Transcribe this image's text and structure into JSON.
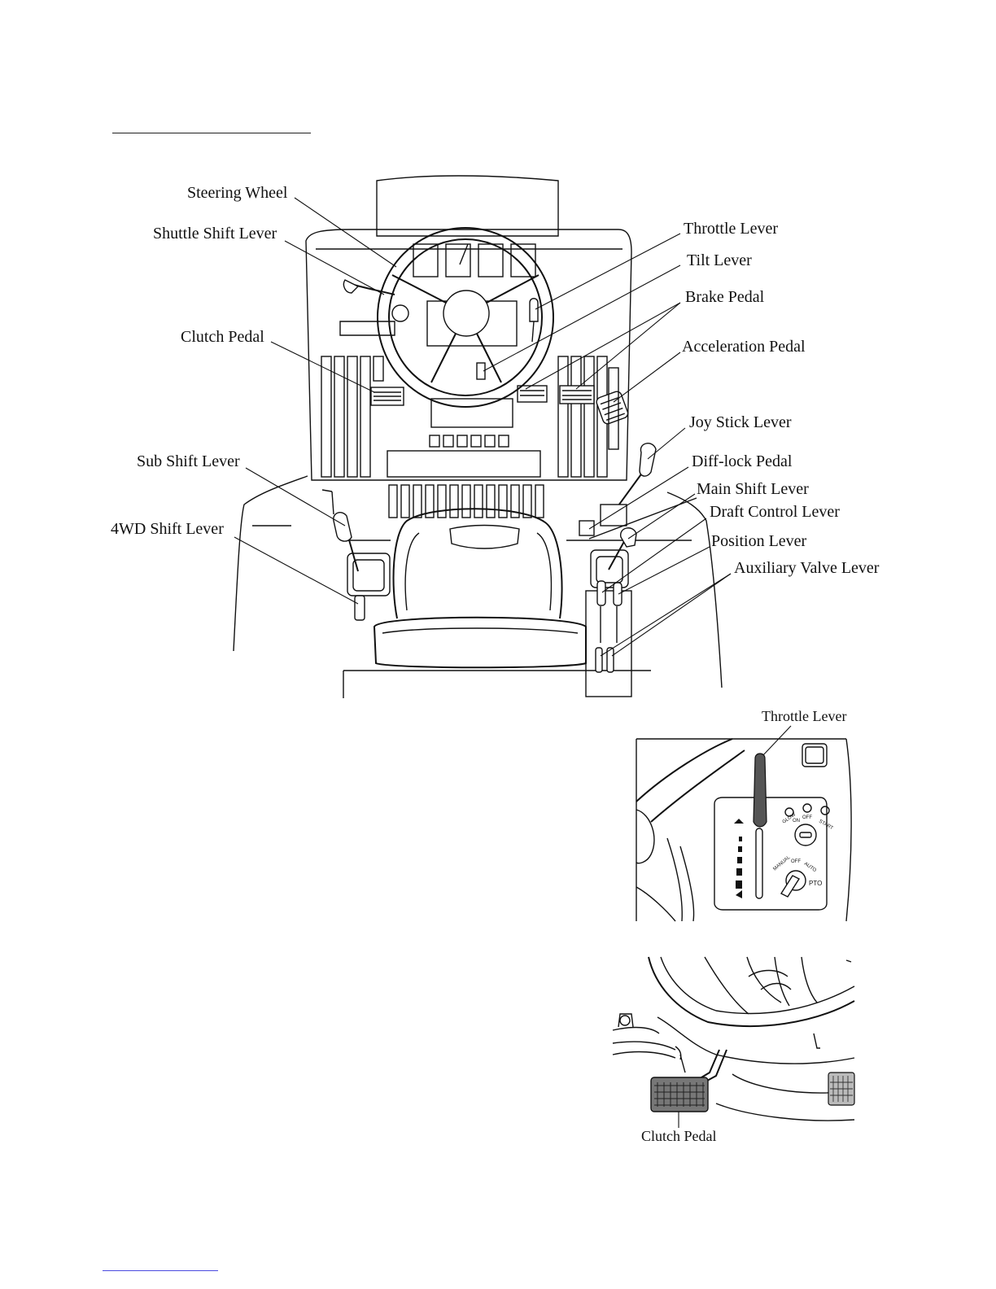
{
  "labels": {
    "steering_wheel": "Steering Wheel",
    "shuttle_shift_lever": "Shuttle Shift Lever",
    "clutch_pedal": "Clutch Pedal",
    "sub_shift_lever": "Sub Shift Lever",
    "fwd_shift_lever": "4WD Shift Lever",
    "throttle_lever": "Throttle Lever",
    "tilt_lever": "Tilt Lever",
    "brake_pedal": "Brake Pedal",
    "acceleration_pedal": "Acceleration Pedal",
    "joy_stick_lever": "Joy Stick Lever",
    "diff_lock_pedal": "Diff-lock Pedal",
    "main_shift_lever": "Main Shift Lever",
    "draft_control_lever": "Draft Control Lever",
    "position_lever": "Position Lever",
    "auxiliary_valve_lever": "Auxiliary Valve Lever"
  },
  "detail_throttle": {
    "caption": "Throttle Lever",
    "key_switch_labels": [
      "GLOW",
      "OFF",
      "ON",
      "START"
    ],
    "pto_switch_labels": [
      "MANUAL",
      "OFF",
      "AUTO"
    ],
    "pto_label": "PTO"
  },
  "detail_clutch": {
    "caption": "Clutch Pedal"
  }
}
